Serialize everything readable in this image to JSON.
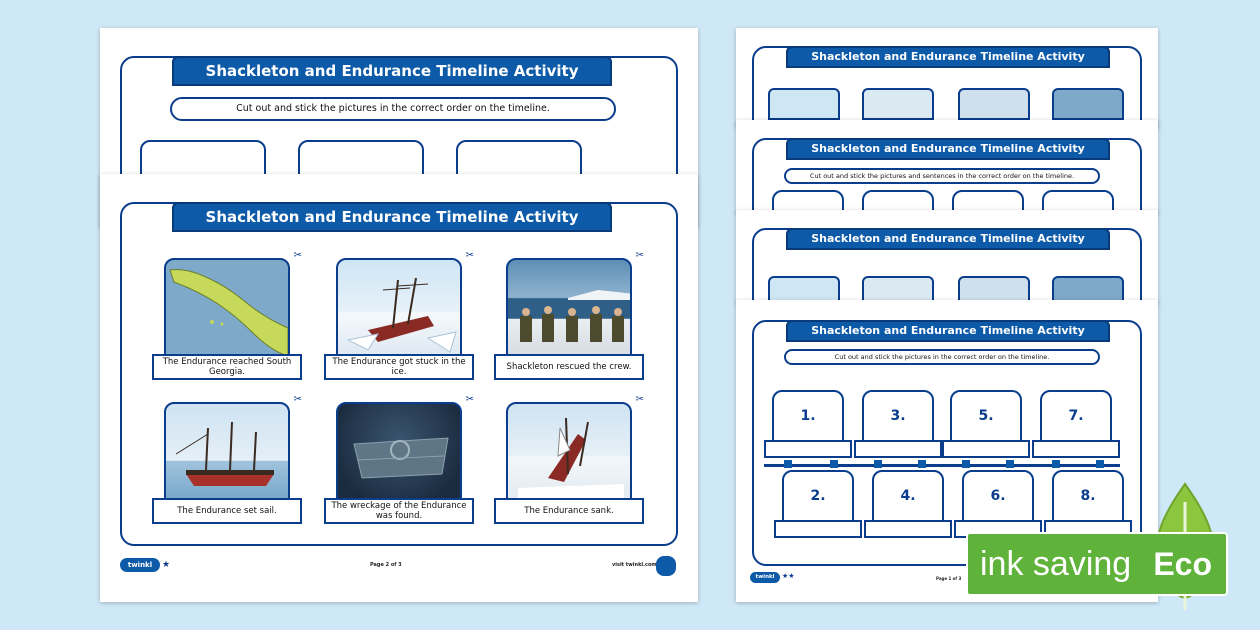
{
  "worksheet": {
    "title": "Shackleton and Endurance Timeline Activity",
    "instruction_pictures": "Cut out and stick the pictures in the correct order on the timeline.",
    "instruction_sentences": "Cut out and stick the pictures and sentences in the correct order on the timeline."
  },
  "cards": [
    {
      "caption": "The Endurance reached South Georgia."
    },
    {
      "caption": "The Endurance got stuck in the ice."
    },
    {
      "caption": "Shackleton rescued the crew."
    },
    {
      "caption": "The Endurance set sail."
    },
    {
      "caption": "The wreckage of the Endurance was found."
    },
    {
      "caption": "The Endurance sank."
    }
  ],
  "footer": {
    "brand": "twinkl",
    "page_2": "Page 2 of 3",
    "page_1": "Page 1 of 3",
    "site": "visit twinkl.com",
    "stars_one": "★",
    "stars_two": "★★"
  },
  "timeline_numbers": [
    "1.",
    "3.",
    "5.",
    "7.",
    "2.",
    "4.",
    "6.",
    "8."
  ],
  "eco": {
    "label": "ink saving",
    "badge": "Eco",
    "color": "#5fb23a"
  }
}
